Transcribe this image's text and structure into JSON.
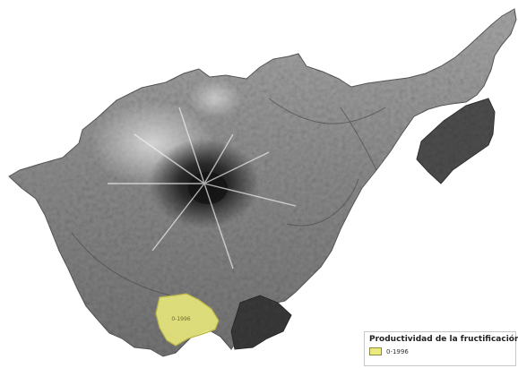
{
  "map": {
    "zone_label": "0-1996",
    "colors": {
      "zone_fill": "#ecea7c",
      "zone_stroke": "#b9b448",
      "terrain_light": "#d8d8d8",
      "terrain_mid": "#8c8c8c",
      "terrain_dark": "#1e1e1e"
    }
  },
  "legend": {
    "title": "Productividad de la fructificación",
    "items": [
      {
        "label": "0-1996",
        "color": "#ecea7c"
      }
    ]
  }
}
